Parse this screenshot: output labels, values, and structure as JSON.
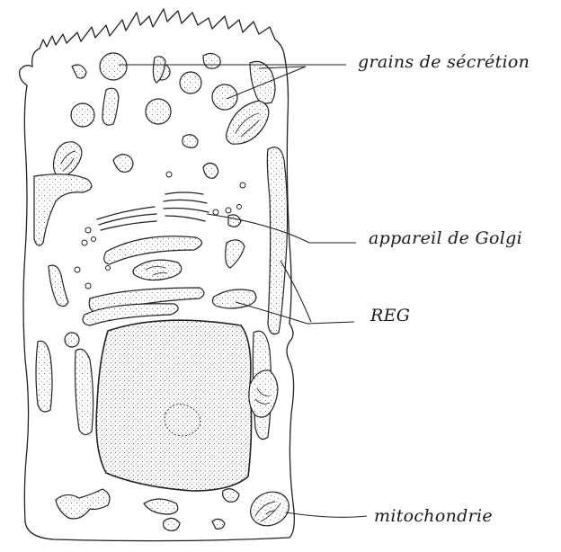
{
  "labels": {
    "grains": "grains de sécrétion",
    "golgi": "appareil de Golgi",
    "reg": "REG",
    "mitochondrie": "mitochondrie"
  },
  "colors": {
    "ink": "#222222",
    "background": "#ffffff"
  }
}
